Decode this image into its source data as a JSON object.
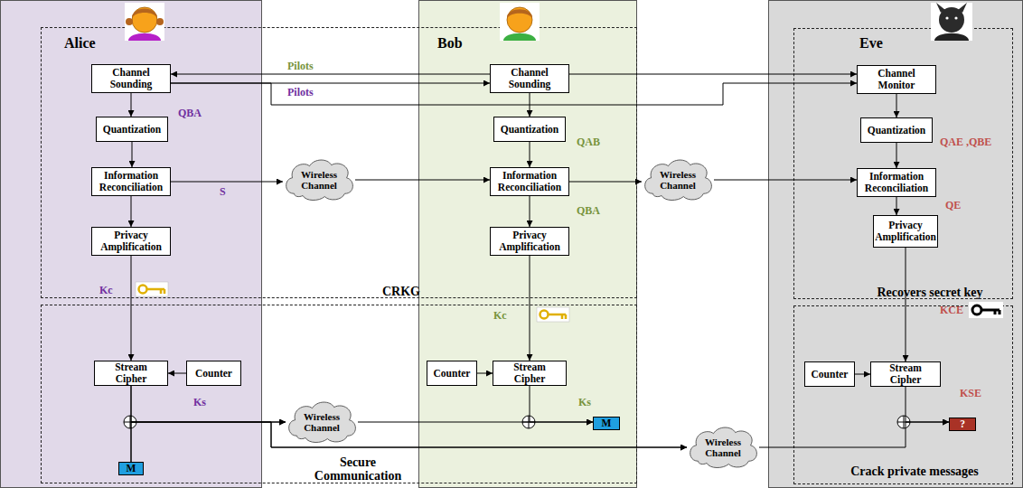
{
  "diagram": {
    "nodes": [
      {
        "text": [
          "Alice"
        ]
      },
      {
        "text": [
          "Bob"
        ]
      },
      {
        "text": [
          "Eve"
        ]
      },
      {
        "text": [
          "CRKG"
        ]
      },
      {
        "text": [
          "Secure Communication"
        ]
      },
      {
        "text": [
          "Recovers secret key"
        ],
        "in": 2
      },
      {
        "text": [
          "Crack private messages"
        ],
        "in": 2
      },
      {
        "text": [
          "Channel Sounding"
        ],
        "in": 0
      },
      {
        "text": [
          "Quantization"
        ],
        "in": 0
      },
      {
        "text": [
          "Information Reconciliation"
        ],
        "in": 0
      },
      {
        "text": [
          "Privacy Amplification"
        ],
        "in": 0
      },
      {
        "text": [
          "Stream Cipher"
        ],
        "in": 0
      },
      {
        "text": [
          "Counter"
        ],
        "in": 0
      },
      {
        "text": [
          "M"
        ],
        "in": 0
      },
      {
        "text": [
          "Channel Sounding"
        ],
        "in": 1
      },
      {
        "text": [
          "Quantization"
        ],
        "in": 1
      },
      {
        "text": [
          "Information Reconciliation"
        ],
        "in": 1
      },
      {
        "text": [
          "Privacy Amplification"
        ],
        "in": 1
      },
      {
        "text": [
          "Counter"
        ],
        "in": 1
      },
      {
        "text": [
          "Stream Cipher"
        ],
        "in": 1
      },
      {
        "text": [
          "M"
        ],
        "in": 1
      },
      {
        "text": [
          "Channel Monitor"
        ],
        "in": 5
      },
      {
        "text": [
          "Quantization"
        ],
        "in": 5
      },
      {
        "text": [
          "Information Reconciliation"
        ],
        "in": 5
      },
      {
        "text": [
          "Privacy Amplification"
        ],
        "in": 5
      },
      {
        "text": [
          "Counter"
        ],
        "in": 6
      },
      {
        "text": [
          "Stream Cipher"
        ],
        "in": 6
      },
      {
        "text": [
          "?"
        ],
        "in": 6
      },
      {
        "text": [
          "Wireless Channel"
        ]
      },
      {
        "text": [
          "Wireless Channel"
        ]
      },
      {
        "text": [
          "Wireless Channel"
        ]
      },
      {
        "text": [
          "Wireless Channel"
        ]
      }
    ],
    "edges": [
      {
        "from": 14,
        "to": 7,
        "arrow": "to",
        "label": "Pilots"
      },
      {
        "from": 14,
        "to": 21,
        "arrow": "to"
      },
      {
        "from": 7,
        "to": 14,
        "arrow": "to",
        "label": "Pilots"
      },
      {
        "from": 7,
        "to": 21,
        "arrow": "to"
      },
      {
        "from": 7,
        "to": 8,
        "arrow": "to"
      },
      {
        "from": 8,
        "to": 9,
        "arrow": "to"
      },
      {
        "from": 9,
        "to": 10,
        "arrow": "to"
      },
      {
        "from": 10,
        "to": 11,
        "arrow": "to"
      },
      {
        "from": 12,
        "to": 11,
        "arrow": "to"
      },
      {
        "from": 11,
        "to": 30,
        "arrow": "to"
      },
      {
        "from": 13,
        "to": 30,
        "arrow": "to"
      },
      {
        "from": 11,
        "to": 31,
        "arrow": "to"
      },
      {
        "from": 13,
        "to": 31,
        "arrow": "to"
      },
      {
        "from": 14,
        "to": 15,
        "arrow": "to"
      },
      {
        "from": 15,
        "to": 16,
        "arrow": "to"
      },
      {
        "from": 16,
        "to": 17,
        "arrow": "to"
      },
      {
        "from": 17,
        "to": 19,
        "arrow": "to"
      },
      {
        "from": 18,
        "to": 19,
        "arrow": "to"
      },
      {
        "from": 19,
        "to": 20,
        "arrow": "to"
      },
      {
        "from": 30,
        "to": 20,
        "arrow": "to"
      },
      {
        "from": 9,
        "to": 28,
        "arrow": "to"
      },
      {
        "from": 28,
        "to": 16,
        "arrow": "to"
      },
      {
        "from": 16,
        "to": 29,
        "arrow": "to"
      },
      {
        "from": 29,
        "to": 23,
        "arrow": "to"
      },
      {
        "from": 21,
        "to": 22,
        "arrow": "to"
      },
      {
        "from": 22,
        "to": 23,
        "arrow": "to"
      },
      {
        "from": 23,
        "to": 24,
        "arrow": "to"
      },
      {
        "from": 24,
        "to": 26,
        "arrow": "to"
      },
      {
        "from": 25,
        "to": 26,
        "arrow": "to"
      },
      {
        "from": 26,
        "to": 27,
        "arrow": "to"
      },
      {
        "from": 31,
        "to": 27,
        "arrow": "to"
      }
    ],
    "labels": [
      "QBA",
      "S",
      "Kc",
      "Ks",
      "QAB",
      "QBA",
      "Kc",
      "Ks",
      "QAE ,QBE",
      "QE",
      "KCE",
      "KSE"
    ]
  }
}
